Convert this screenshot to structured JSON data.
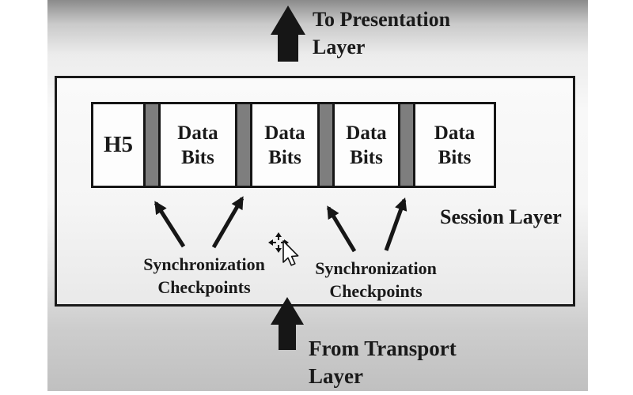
{
  "diagram": {
    "top_flow": {
      "line1": "To Presentation",
      "line2": "Layer"
    },
    "bottom_flow": {
      "line1": "From Transport",
      "line2": "Layer"
    },
    "session_box_label": "Session Layer",
    "sync_label": {
      "line1": "Synchronization",
      "line2": "Checkpoints"
    },
    "frame": {
      "header": "H5",
      "data_cells": [
        "Data Bits",
        "Data Bits",
        "Data Bits",
        "Data Bits"
      ]
    },
    "colors": {
      "ink": "#1a1a1a",
      "checkpoint_bar_gray": "#7e7e7e",
      "slide_top_gray": "#8b8b8b",
      "slide_bottom_gray": "#c0c0c0",
      "cell_white": "#fdfdfd"
    }
  }
}
